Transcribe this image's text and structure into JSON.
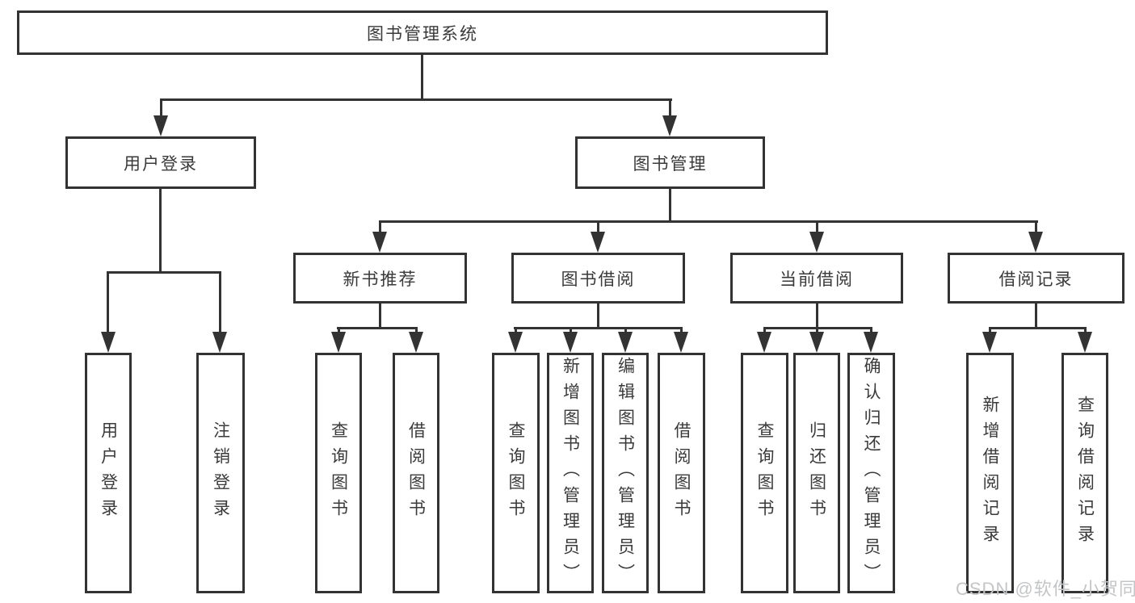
{
  "diagram_title": "图书管理系统",
  "tree": {
    "root": {
      "label": "图书管理系统"
    },
    "branches": [
      {
        "label": "用户登录",
        "leaves": [
          {
            "label": "用户登录"
          },
          {
            "label": "注销登录"
          }
        ]
      },
      {
        "label": "图书管理",
        "groups": [
          {
            "label": "新书推荐",
            "leaves": [
              {
                "label": "查询图书"
              },
              {
                "label": "借阅图书"
              }
            ]
          },
          {
            "label": "图书借阅",
            "leaves": [
              {
                "label": "查询图书"
              },
              {
                "label": "新增图书（管理员）"
              },
              {
                "label": "编辑图书（管理员）"
              },
              {
                "label": "借阅图书"
              }
            ]
          },
          {
            "label": "当前借阅",
            "leaves": [
              {
                "label": "查询图书"
              },
              {
                "label": "归还图书"
              },
              {
                "label": "确认归还（管理员）"
              }
            ]
          },
          {
            "label": "借阅记录",
            "leaves": [
              {
                "label": "新增借阅记录"
              },
              {
                "label": "查询借阅记录"
              }
            ]
          }
        ]
      }
    ]
  },
  "watermark": {
    "text": "CSDN @软件_小贺同学"
  },
  "colors": {
    "line": "#333333",
    "text": "#3a3a3a",
    "box_bg": "#ffffff",
    "page_bg": "#ffffff",
    "watermark": "#c4c5c7"
  }
}
